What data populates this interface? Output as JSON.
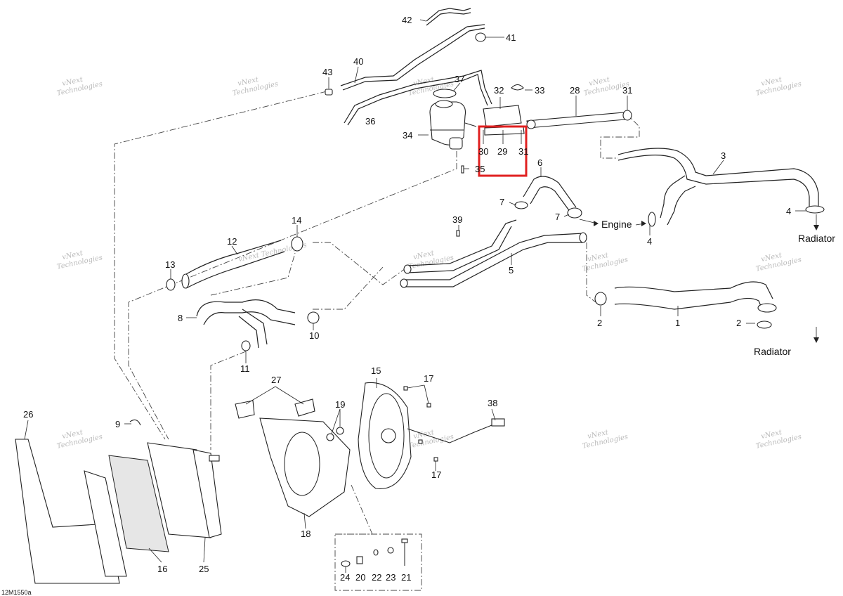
{
  "callouts": {
    "c1": "1",
    "c2a": "2",
    "c2b": "2",
    "c3": "3",
    "c4a": "4",
    "c4b": "4",
    "c5": "5",
    "c6": "6",
    "c7a": "7",
    "c7b": "7",
    "c8": "8",
    "c9": "9",
    "c10": "10",
    "c11": "11",
    "c12": "12",
    "c13": "13",
    "c14": "14",
    "c15": "15",
    "c16": "16",
    "c17a": "17",
    "c17b": "17",
    "c18": "18",
    "c19": "19",
    "c20": "20",
    "c21": "21",
    "c22": "22",
    "c23": "23",
    "c24": "24",
    "c25": "25",
    "c26": "26",
    "c27": "27",
    "c28": "28",
    "c29": "29",
    "c30": "30",
    "c31": "31",
    "c31b": "31",
    "c32": "32",
    "c33": "33",
    "c34": "34",
    "c35": "35",
    "c36": "36",
    "c37": "37",
    "c38": "38",
    "c39": "39",
    "c40": "40",
    "c41": "41",
    "c42": "42",
    "c43": "43"
  },
  "labels": {
    "engine": "Engine",
    "radiator_top": "Radiator",
    "radiator_bottom": "Radiator"
  },
  "watermark": {
    "line1": "vNext",
    "line2": "Technologies",
    "single": "vNext Technologies"
  },
  "drawing_code": "12M1550a",
  "highlight_color": "#e02020"
}
